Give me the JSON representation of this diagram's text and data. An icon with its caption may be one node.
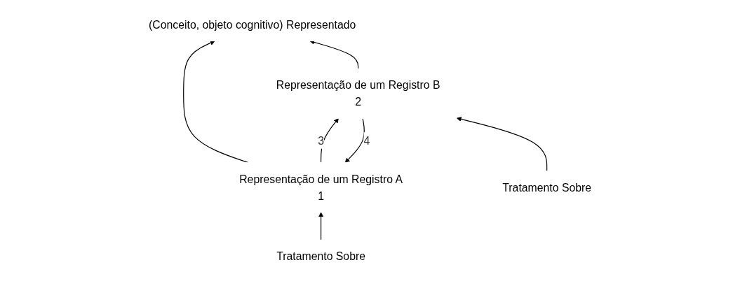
{
  "diagram": {
    "nodes": [
      {
        "text": [
          "(Conceito, objeto cognitivo) Representado"
        ]
      },
      {
        "text": [
          "Representação de um Registro A",
          "1"
        ]
      },
      {
        "text": [
          "Representação de um Registro B",
          "2"
        ]
      },
      {
        "text": [
          "Tratamento Sobre"
        ]
      },
      {
        "text": [
          "Tratamento Sobre"
        ]
      }
    ],
    "edges": [
      {
        "from": 1,
        "to": 0,
        "arrow": "to"
      },
      {
        "from": 2,
        "to": 0,
        "arrow": "to"
      },
      {
        "from": 1,
        "to": 2,
        "arrow": "to",
        "label": "3"
      },
      {
        "from": 2,
        "to": 1,
        "arrow": "to",
        "label": "4"
      },
      {
        "from": 3,
        "to": 1,
        "arrow": "to"
      },
      {
        "from": 4,
        "to": 2,
        "arrow": "to"
      }
    ]
  }
}
